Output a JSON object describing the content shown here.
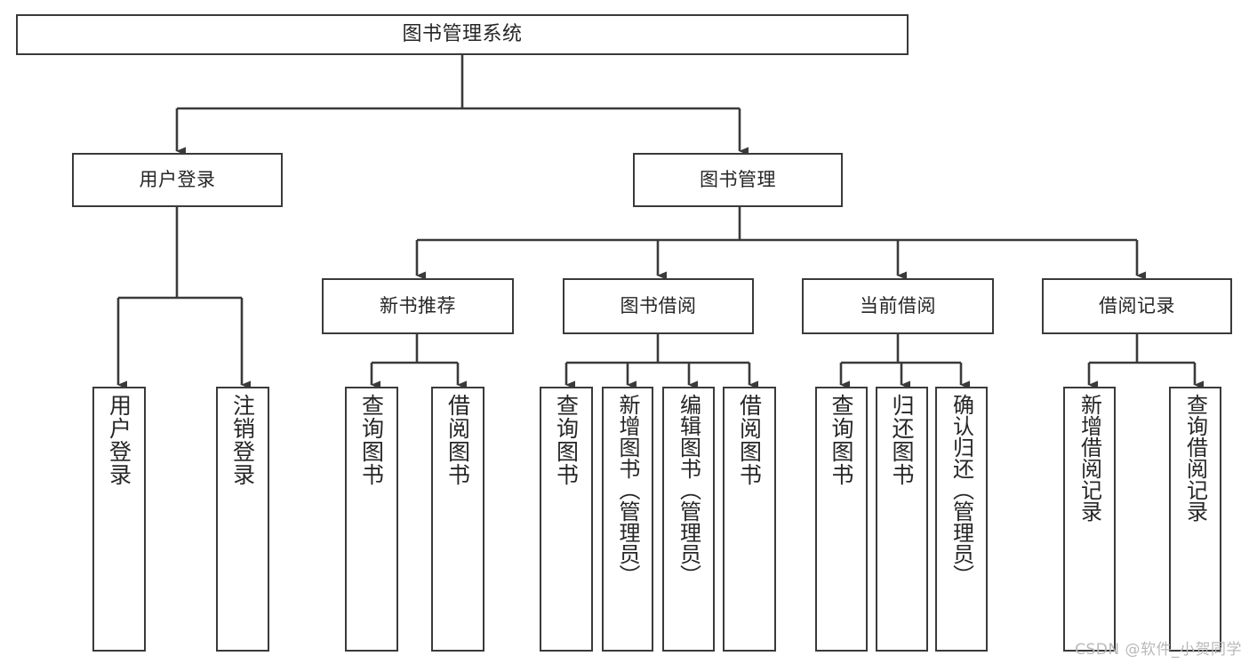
{
  "diagram": {
    "title": "图书管理系统",
    "type": "tree-hierarchy-chart",
    "colors": {
      "box_border": "#3a3a3a",
      "box_fill": "#ffffff",
      "edge": "#3a3a3a",
      "text": "#262626",
      "watermark": "#b9b9b9",
      "background": "#ffffff"
    },
    "nodes": {
      "root": {
        "label": "图书管理系统"
      },
      "level1": [
        {
          "id": "user-login",
          "label": "用户登录"
        },
        {
          "id": "book-manage",
          "label": "图书管理"
        }
      ],
      "level2": [
        {
          "id": "new-book-recommend",
          "label": "新书推荐"
        },
        {
          "id": "book-borrow",
          "label": "图书借阅"
        },
        {
          "id": "current-borrow",
          "label": "当前借阅"
        },
        {
          "id": "borrow-record",
          "label": "借阅记录"
        }
      ],
      "leaves": {
        "user_login": [
          {
            "id": "leaf-user-login",
            "label": "用户登录"
          },
          {
            "id": "leaf-user-logout",
            "label": "注销登录"
          }
        ],
        "new_book_recommend": [
          {
            "id": "leaf-query-book-1",
            "label": "查询图书"
          },
          {
            "id": "leaf-borrow-book-1",
            "label": "借阅图书"
          }
        ],
        "book_borrow": [
          {
            "id": "leaf-query-book-2",
            "label": "查询图书"
          },
          {
            "id": "leaf-add-book",
            "label": "新增图书（管理员）"
          },
          {
            "id": "leaf-edit-book",
            "label": "编辑图书（管理员）"
          },
          {
            "id": "leaf-borrow-book-2",
            "label": "借阅图书"
          }
        ],
        "current_borrow": [
          {
            "id": "leaf-query-book-3",
            "label": "查询图书"
          },
          {
            "id": "leaf-return-book",
            "label": "归还图书"
          },
          {
            "id": "leaf-confirm-return",
            "label": "确认归还（管理员）"
          }
        ],
        "borrow_record": [
          {
            "id": "leaf-add-record",
            "label": "新增借阅记录"
          },
          {
            "id": "leaf-query-record",
            "label": "查询借阅记录"
          }
        ]
      }
    },
    "watermark": "CSDN @软件_小贺同学"
  }
}
